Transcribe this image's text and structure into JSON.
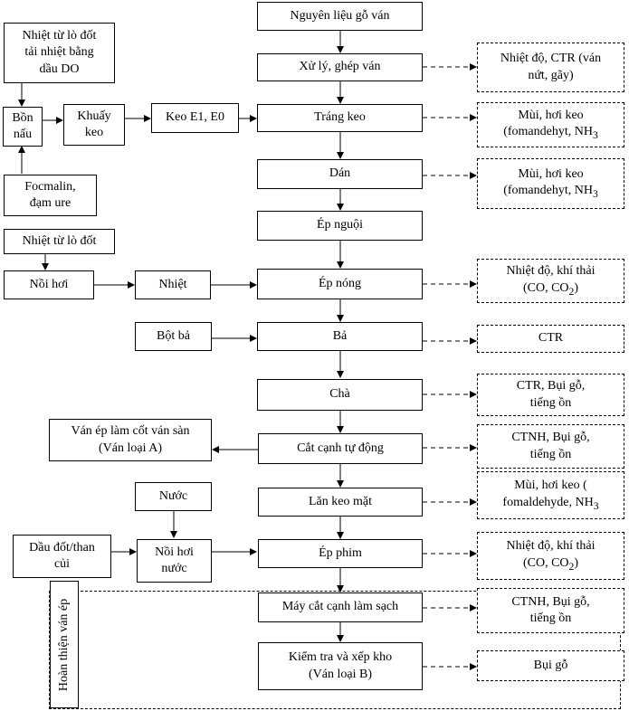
{
  "main_flow": {
    "raw_material": "Nguyên liệu gỗ ván",
    "process": "Xử lý, ghép ván",
    "glue_coating": "Tráng keo",
    "gluing": "Dán",
    "cold_press": "Ép nguội",
    "hot_press": "Ép nóng",
    "putty": "Bả",
    "sanding": "Chà",
    "auto_trim": "Cắt cạnh tự động",
    "surface_glue": "Lăn keo mặt",
    "film_press": "Ép phim",
    "trim_clean": "Máy cắt cạnh làm sạch",
    "inspect_store": "Kiểm tra và xếp kho\n(Ván loại B)"
  },
  "left_inputs": {
    "heat_do": "Nhiệt từ lò đốt\ntải nhiệt bằng\ndầu DO",
    "cook_tank": "Bồn\nnấu",
    "mixer": "Khuấy\nkeo",
    "glue_types": "Keo E1, E0",
    "formalin": "Focmalin,\nđạm ure",
    "heat_furnace": "Nhiệt từ lò đốt",
    "boiler": "Nồi hơi",
    "heat": "Nhiệt",
    "putty_powder": "Bột bả",
    "product_a": "Ván ép làm cốt ván sàn\n(Ván loại A)",
    "water": "Nước",
    "fuel": "Dầu đốt/than\ncủi",
    "boiler_water": "Nồi hơi\nnước",
    "finishing": "Hoàn thiện ván ép"
  },
  "outputs": {
    "o1": "Nhiệt độ, CTR (ván\nnứt, gãy)",
    "o2_line1": "Mùi, hơi keo",
    "o2_line2": "(fomandehyt, NH",
    "o2_sub": "3",
    "o3_line1": "Mùi, hơi keo",
    "o3_line2": "(fomandehyt, NH",
    "o3_sub": "3",
    "o4_line1": "Nhiệt độ, khí thải",
    "o4_line2": "(CO, CO",
    "o4_sub": "2",
    "o4_end": ")",
    "o5": "CTR",
    "o6": "CTR, Bụi gỗ,\ntiếng ồn",
    "o7": "CTNH, Bụi gỗ,\ntiếng ồn",
    "o8_line1": "Mùi, hơi keo (",
    "o8_line2": "fomaldehyde, NH",
    "o8_sub": "3",
    "o9_line1": "Nhiệt độ, khí thải",
    "o9_line2": "(CO, CO",
    "o9_sub": "2",
    "o9_end": ")",
    "o10": "CTNH, Bụi gỗ,\ntiếng ồn",
    "o11": "Bụi gỗ"
  }
}
